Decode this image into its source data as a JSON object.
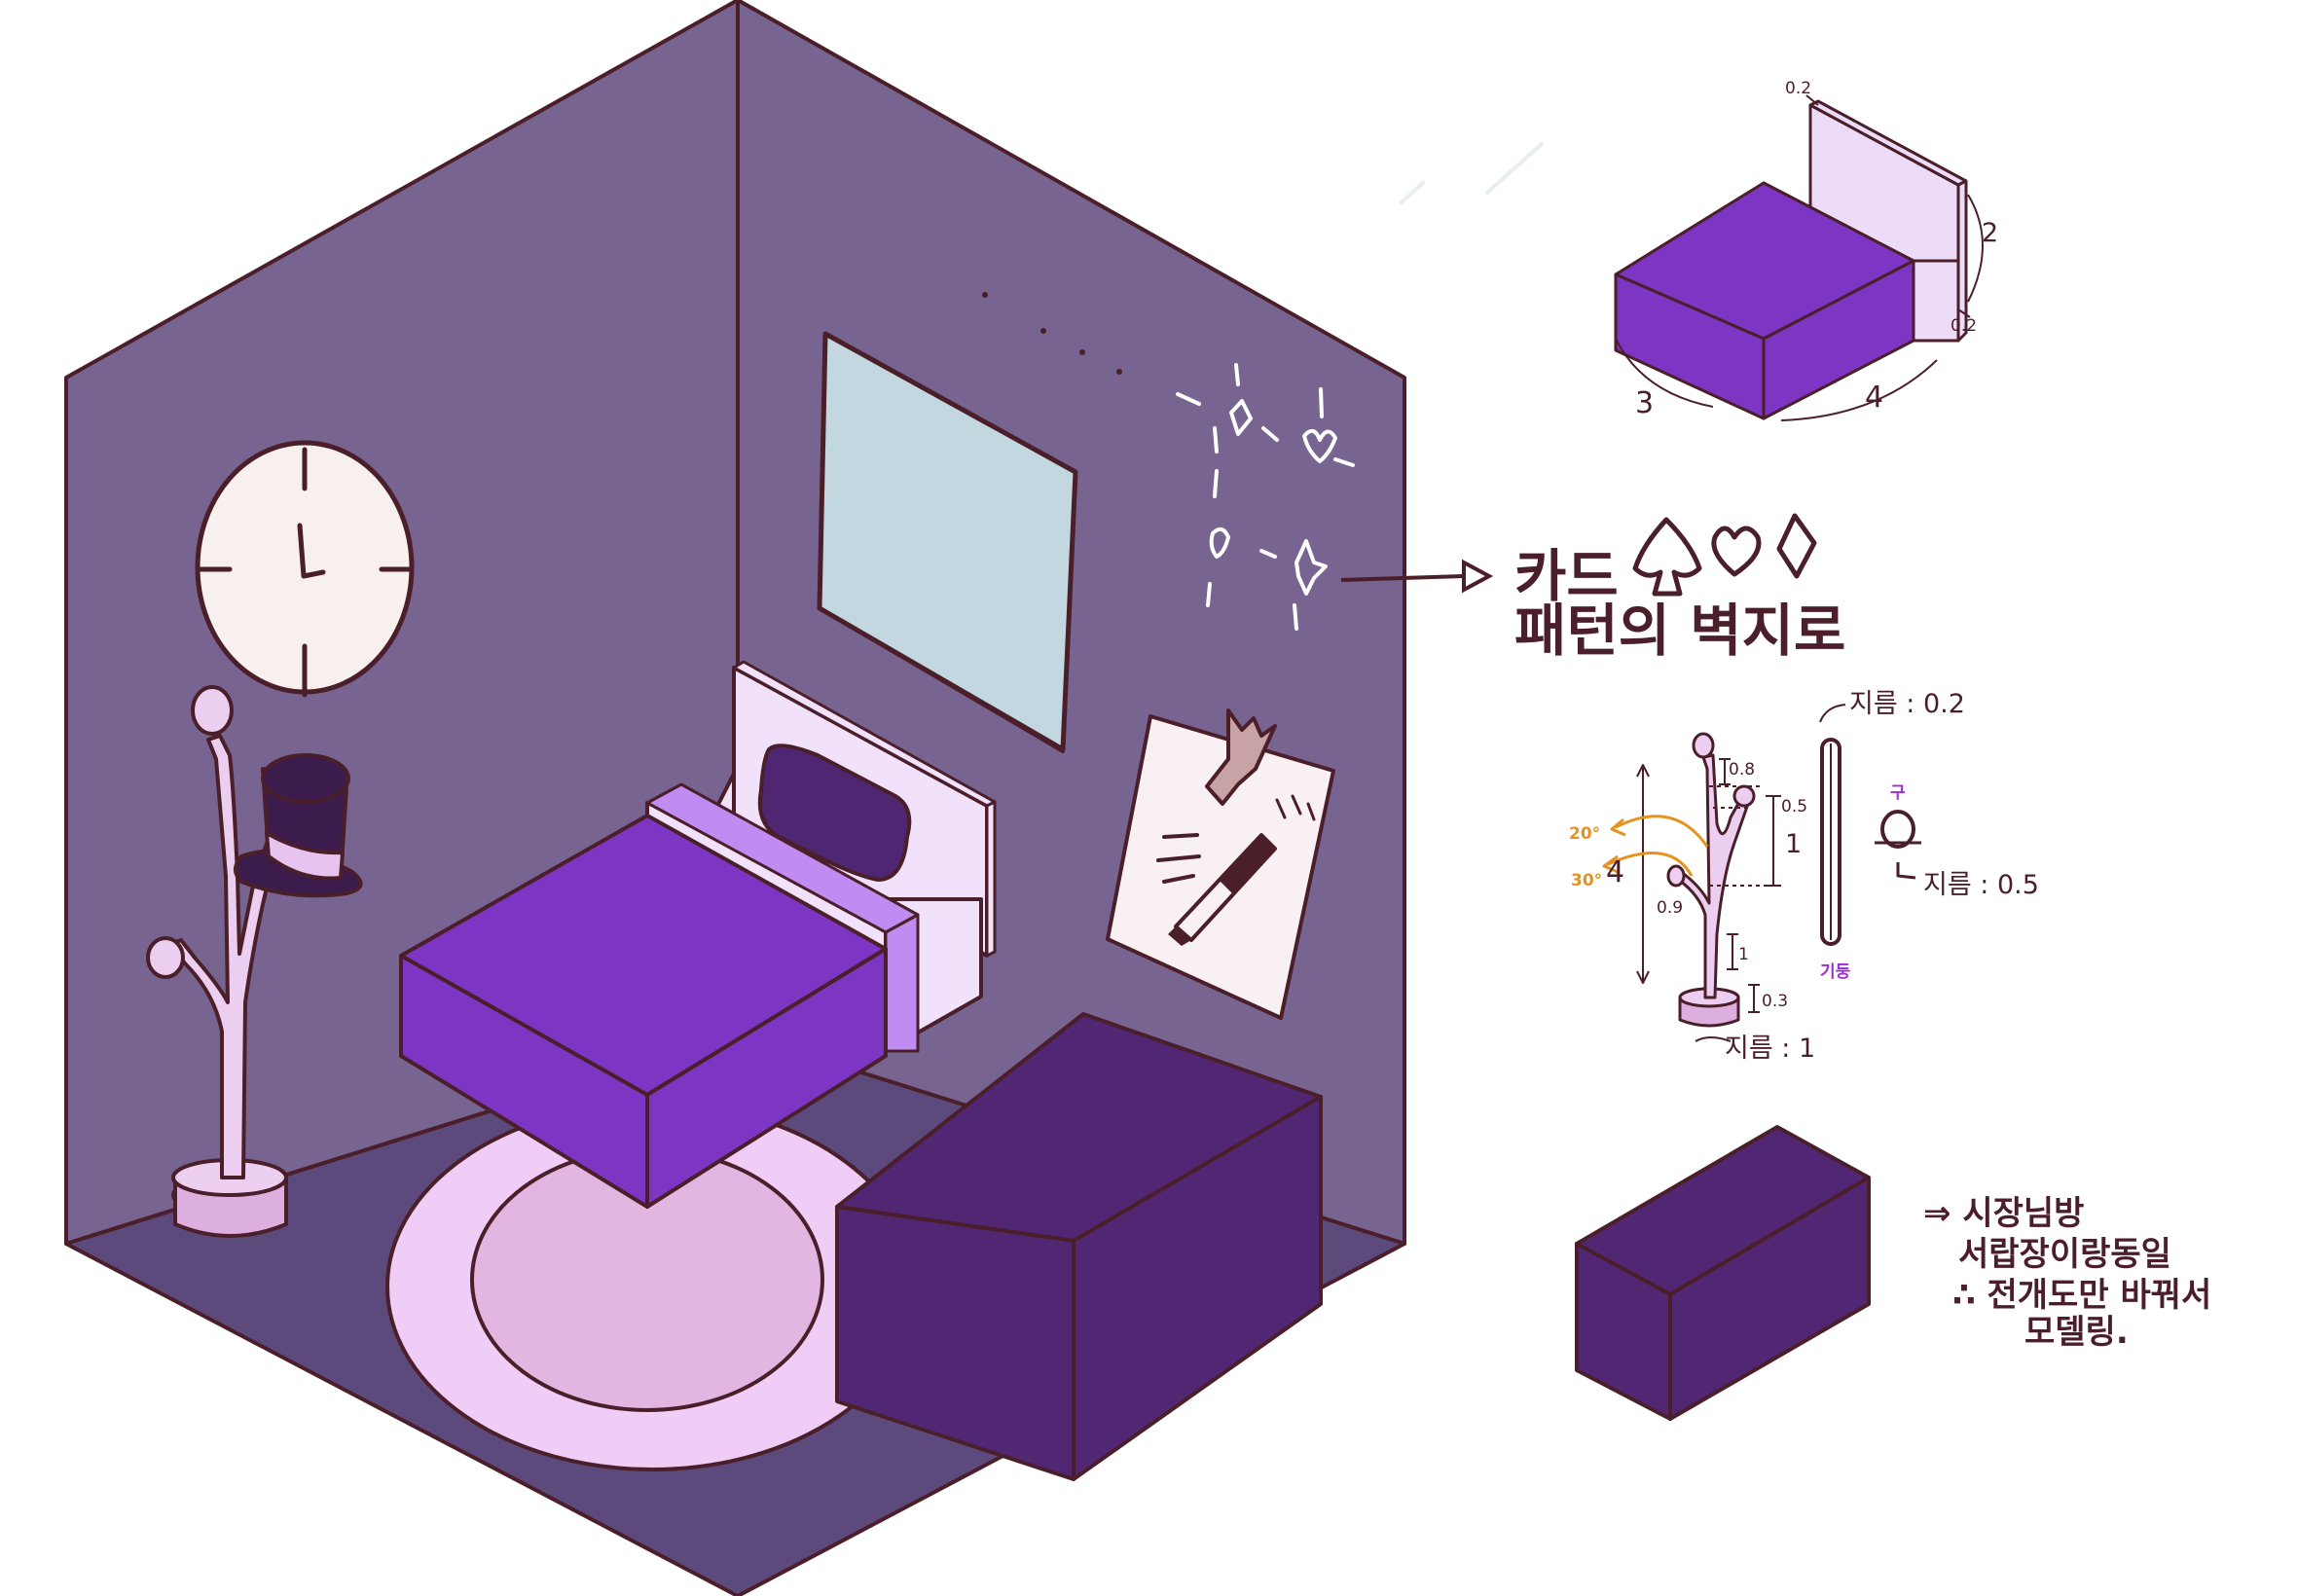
{
  "colors": {
    "outline": "#4a1f2a",
    "wall": "#776490",
    "floor": "#5d4a7c",
    "bed_purple": "#7d35c3",
    "bed_light": "#f1e1fb",
    "bed_band": "#c08cf2",
    "pillow": "#4f2671",
    "chest": "#512773",
    "rug_outer": "#efcdf6",
    "rug_inner": "#e3b6e2",
    "window": "#c3d7e0",
    "clock_face": "#f8efef",
    "hat": "#3c1c4d",
    "hat_band": "#e6c4ef",
    "coat_rack": "#eccff0",
    "rack_base": "#dcafde",
    "note": "#f9f0f3",
    "angle_orange": "#e7921e",
    "label_purple": "#9b2fd6"
  },
  "room_sketch": {
    "icons": [
      "wall-clock-icon",
      "coat-rack-icon",
      "top-hat-icon",
      "window-icon",
      "bed-icon",
      "pillow-icon",
      "rug-icon",
      "chest-icon",
      "pinned-note-icon",
      "pen-icon",
      "card-pattern-wallpaper"
    ]
  },
  "bed_sketch": {
    "dims": {
      "top_thickness": "0.2",
      "headboard_height": "2",
      "base_thickness": "0.2",
      "depth": "3",
      "length": "4"
    }
  },
  "wallpaper_note": {
    "line1": "카드",
    "line2": "패턴의 벽지로",
    "suits": [
      "spade-icon",
      "heart-icon",
      "diamond-icon"
    ]
  },
  "coat_rack_sketch": {
    "dims": {
      "top_knob": "0.8",
      "branch": "0.5",
      "mid": "1",
      "height": "4",
      "lower_arm": "0.9",
      "lower": "1",
      "base_height": "0.3",
      "base_diameter": "지름 : 1"
    },
    "angles": [
      "20°",
      "30°"
    ],
    "pillar": {
      "diameter": "지름 : 0.2",
      "label": "기둥"
    },
    "sphere": {
      "label": "구",
      "diameter": "지름 : 0.5"
    }
  },
  "chest_note": {
    "lines": [
      "⇒ 시장님방",
      "서랍장이랑동일",
      "∴ 전개도만 바꿔서",
      "모델링."
    ]
  }
}
